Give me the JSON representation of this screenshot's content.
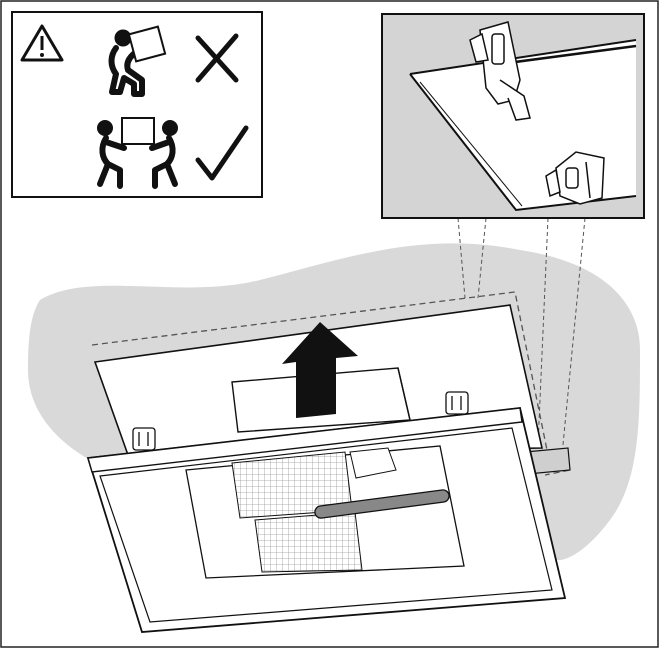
{
  "figure": {
    "type": "installation-illustration",
    "colors": {
      "background": "#ffffff",
      "line": "#111111",
      "ceiling_shade": "#d9d9d9",
      "callout_shade": "#d4d4d4",
      "arrow": "#111111",
      "filter_mesh": "#cfcfcf"
    },
    "warning_panel": {
      "icons": [
        "warning-triangle-icon",
        "person-carrying-alone-icon",
        "cross-icon",
        "two-people-carrying-icon",
        "checkmark-icon"
      ],
      "meaning": [
        "incorrect",
        "correct"
      ]
    },
    "detail_callout": {
      "icons": [
        "mounting-clip-icon",
        "mounting-clip-icon"
      ]
    },
    "main_scene": {
      "icons": [
        "up-arrow-icon",
        "mounting-clip-icon",
        "mounting-clip-icon",
        "filter-mesh",
        "handle-bar"
      ]
    }
  }
}
